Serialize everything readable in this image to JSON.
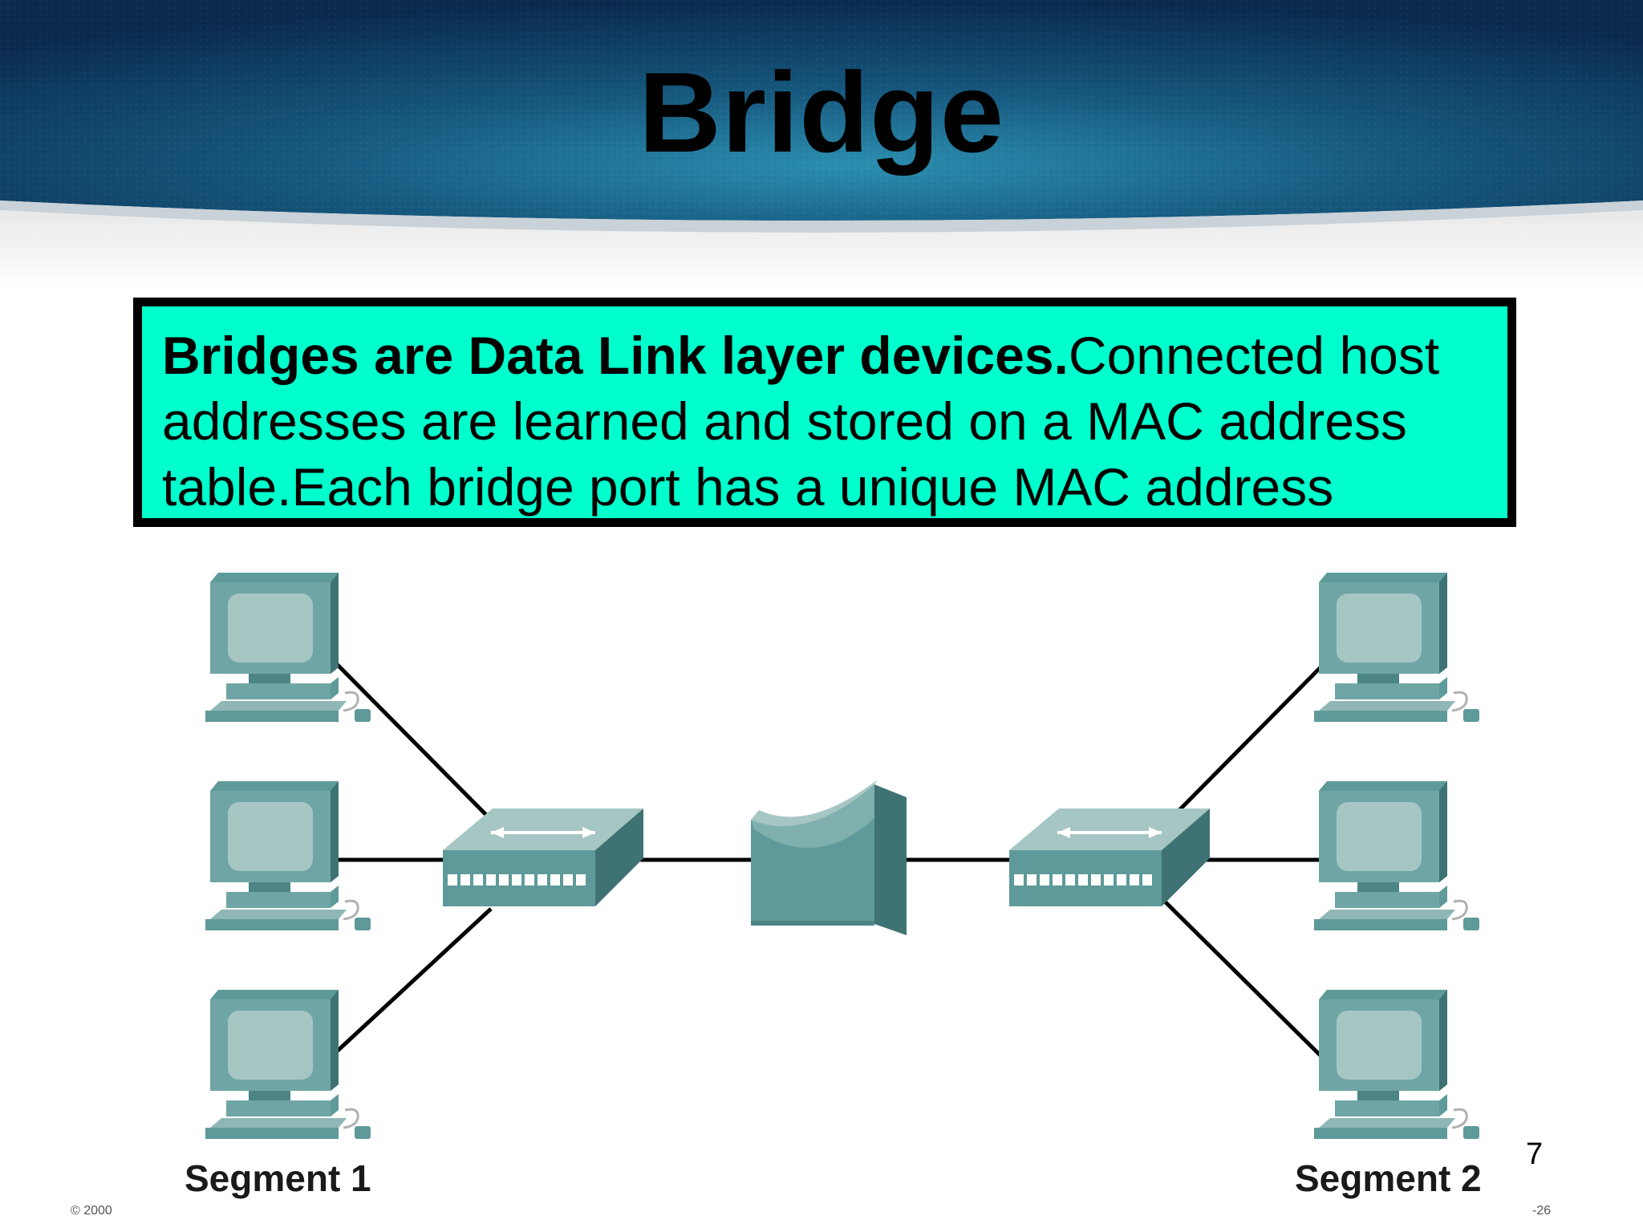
{
  "slide": {
    "title": "Bridge",
    "callout": {
      "bold_text": "Bridges are Data Link layer devices.",
      "line1_rest": "Connected host",
      "line2": "addresses are learned and stored on a MAC address",
      "line3": "table.Each bridge port has a unique MAC address"
    },
    "segment_left_label": "Segment 1",
    "segment_right_label": "Segment 2",
    "copyright": "© 2000",
    "page_number_fragment": "7",
    "footer_right_fragment": "-26"
  },
  "colors": {
    "banner_dark": "#0b2d52",
    "banner_mid": "#1a6a8c",
    "callout_bg": "#00ffcc",
    "device_teal": "#5f9a9a",
    "device_light": "#a6c6c4",
    "device_dark": "#3f7373"
  },
  "diagram": {
    "nodes": [
      {
        "id": "pc-left-1",
        "icon": "computer-icon"
      },
      {
        "id": "pc-left-2",
        "icon": "computer-icon"
      },
      {
        "id": "pc-left-3",
        "icon": "computer-icon"
      },
      {
        "id": "hub-left",
        "icon": "hub-icon"
      },
      {
        "id": "bridge",
        "icon": "bridge-icon"
      },
      {
        "id": "hub-right",
        "icon": "hub-icon"
      },
      {
        "id": "pc-right-1",
        "icon": "computer-icon"
      },
      {
        "id": "pc-right-2",
        "icon": "computer-icon"
      },
      {
        "id": "pc-right-3",
        "icon": "computer-icon"
      }
    ],
    "edges": [
      [
        "pc-left-1",
        "hub-left"
      ],
      [
        "pc-left-2",
        "hub-left"
      ],
      [
        "pc-left-3",
        "hub-left"
      ],
      [
        "hub-left",
        "bridge"
      ],
      [
        "bridge",
        "hub-right"
      ],
      [
        "hub-right",
        "pc-right-1"
      ],
      [
        "hub-right",
        "pc-right-2"
      ],
      [
        "hub-right",
        "pc-right-3"
      ]
    ]
  }
}
